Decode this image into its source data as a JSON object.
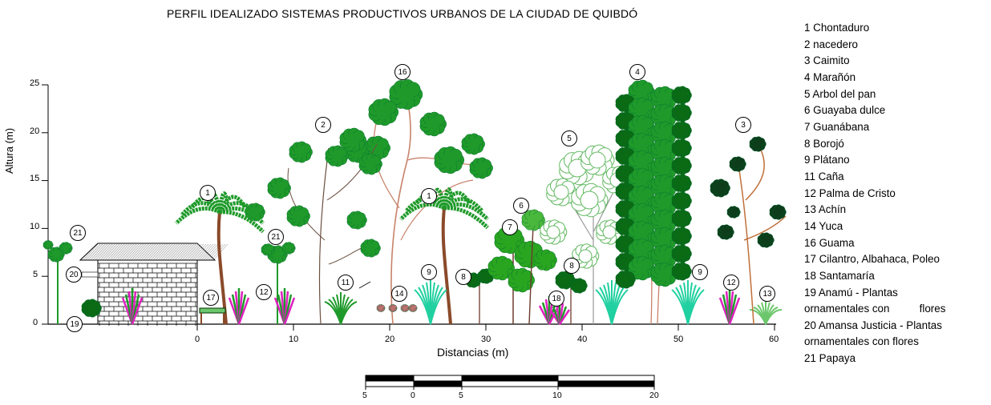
{
  "title": "PERFIL IDEALIZADO SISTEMAS PRODUCTIVOS URBANOS DE LA  CIUDAD DE QUIBDÓ",
  "axes": {
    "y_label": "Altura (m)",
    "x_label": "Distancias (m)",
    "y_ticks": [
      "0",
      "5",
      "10",
      "15",
      "20",
      "25"
    ],
    "x_ticks": [
      "0",
      "10",
      "20",
      "30",
      "40",
      "50",
      "60"
    ]
  },
  "scale_bar": {
    "labels": [
      "5",
      "0",
      "5",
      "10",
      "20"
    ]
  },
  "legend": [
    "1 Chontaduro",
    "2 nacedero",
    "3 Caimito",
    "4 Marañón",
    "5 Arbol del pan",
    "6 Guayaba dulce",
    "7 Guanábana",
    "8 Borojó",
    "9 Plátano",
    "11 Caña",
    "12 Palma de Cristo",
    "13 Achín",
    "14 Yuca",
    "16 Guama",
    "17 Cilantro, Albahaca, Poleo",
    "18 Santamaría",
    "19 Anamú - Plantas",
    "ornamentales con          flores",
    "20 Amansa Justicia - Plantas",
    "ornamentales con flores",
    "21 Papaya"
  ],
  "plant_labels": {
    "p1a": "1",
    "p1b": "1",
    "p2": "2",
    "p3": "3",
    "p4": "4",
    "p5": "5",
    "p6": "6",
    "p7": "7",
    "p8a": "8",
    "p8b": "8",
    "p9a": "9",
    "p9b": "9",
    "p11": "11",
    "p12a": "12",
    "p12b": "12",
    "p13": "13",
    "p14": "14",
    "p16": "16",
    "p17": "17",
    "p18": "18",
    "p19": "19",
    "p20": "20",
    "p21a": "21",
    "p21b": "21"
  },
  "colors": {
    "green_dark": "#0a6b14",
    "green_mid": "#1f9a2a",
    "green_light": "#6cc76c",
    "trunk": "#c8826a",
    "trunk_dark": "#8a4a2a",
    "magenta": "#e020c0",
    "teal": "#20d0a0"
  }
}
